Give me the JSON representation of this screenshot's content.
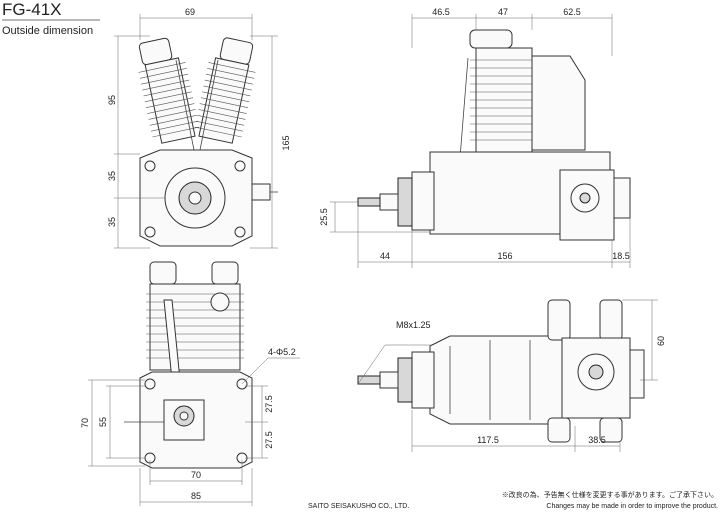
{
  "header": {
    "title": "FG-41X",
    "subtitle": "Outside dimension"
  },
  "dimensions": {
    "front_top_width": "69",
    "front_cyl_height": "95",
    "front_overall_height": "165",
    "front_mid": "35",
    "front_low": "35",
    "side_top_left": "46.5",
    "side_top_mid": "47",
    "side_top_right": "62.5",
    "side_shaft_height": "25.5",
    "side_prop": "44",
    "side_length": "156",
    "side_rear": "18.5",
    "rear_holes": "4-Φ5.2",
    "rear_mount_height": "70",
    "rear_mount_inner": "55",
    "rear_upper": "27.5",
    "rear_lower": "27.5",
    "rear_mount_width": "70",
    "rear_overall_width": "85",
    "bottom_thread": "M8x1.25",
    "bottom_height": "60",
    "bottom_length": "117.5",
    "bottom_rear": "38.5"
  },
  "footer": {
    "company": "SAITO SEISAKUSHO CO., LTD.",
    "note_jp": "※改良の為、予告無く仕様を変更する事があります。ご了承下さい。",
    "note_en": "Changes may be made in order to improve the product."
  }
}
